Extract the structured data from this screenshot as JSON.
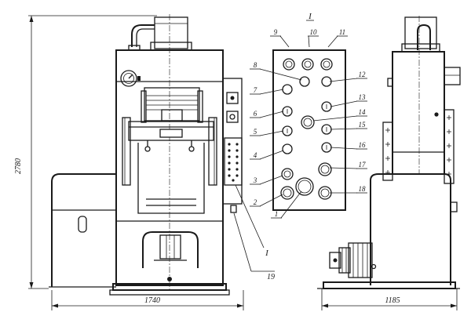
{
  "drawing": {
    "dimensions": {
      "height": "2780",
      "front_width": "1740",
      "side_width": "1185"
    },
    "section_label": "I",
    "detail_view_label": "I",
    "panel_callouts": [
      "1",
      "2",
      "3",
      "4",
      "5",
      "6",
      "7",
      "8",
      "9",
      "10",
      "11",
      "12",
      "13",
      "14",
      "15",
      "16",
      "17",
      "18"
    ],
    "pointer_callout": "19"
  }
}
